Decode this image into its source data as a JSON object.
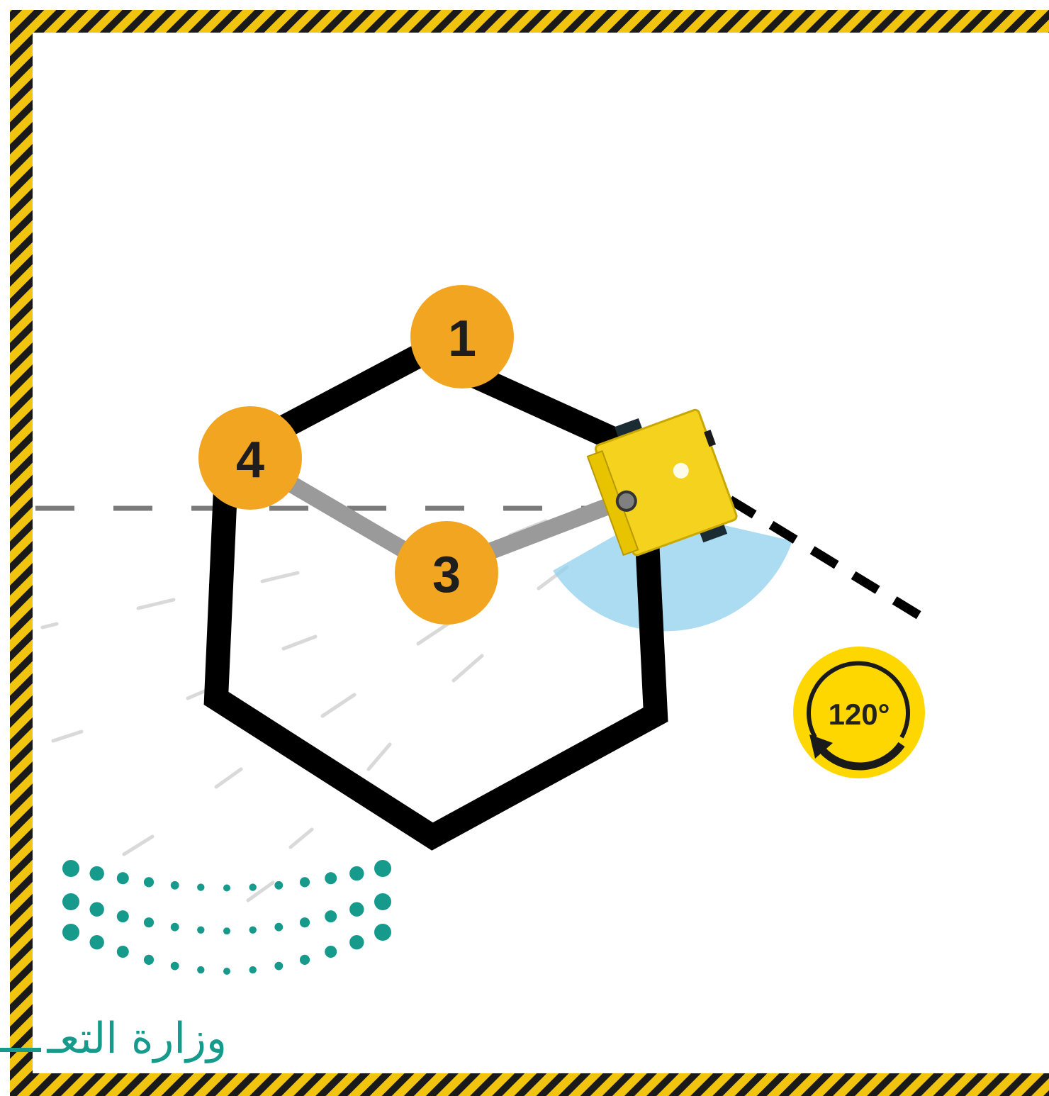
{
  "markers": [
    {
      "id": "1",
      "label": "1"
    },
    {
      "id": "4",
      "label": "4"
    },
    {
      "id": "3",
      "label": "3"
    }
  ],
  "turn_angle": {
    "label": "120°"
  },
  "logo": {
    "arabic_text": "وزارة التعـ"
  },
  "colors": {
    "marker_fill": "#f2a520",
    "angle_badge_fill": "#ffd700",
    "hexagon_stroke": "#000000",
    "path_line": "#9a9a9a",
    "robot_body": "#f5d21e",
    "sensor_zone": "#8fd0ee",
    "logo_teal": "#169a8c",
    "border_yellow": "#f1c40f",
    "border_black": "#1a1a1a"
  }
}
